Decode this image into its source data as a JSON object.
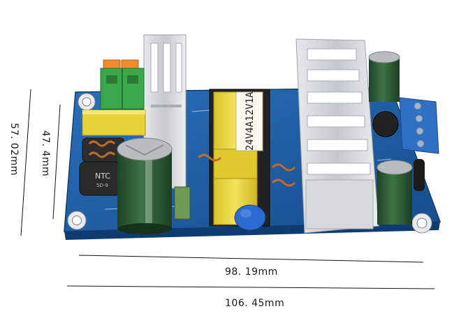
{
  "dimensions": {
    "inner_height": "47. 4mm",
    "outer_height": "57. 02mm",
    "inner_width": "98. 19mm",
    "outer_width": "106. 45mm"
  },
  "board_labels": {
    "transformer": "24V4A12V1A",
    "ntc": "NTC",
    "ntc_sub": "5D-9"
  },
  "colors": {
    "pcb": "#1f5fa8",
    "transformer": "#e9d33a",
    "capacitor": "#2f5e34",
    "terminal_green": "#3aa94b",
    "terminal_blue": "#2f6fc4",
    "heatsink": "#cfd2d4",
    "y_cap": "#2c6bd0"
  }
}
